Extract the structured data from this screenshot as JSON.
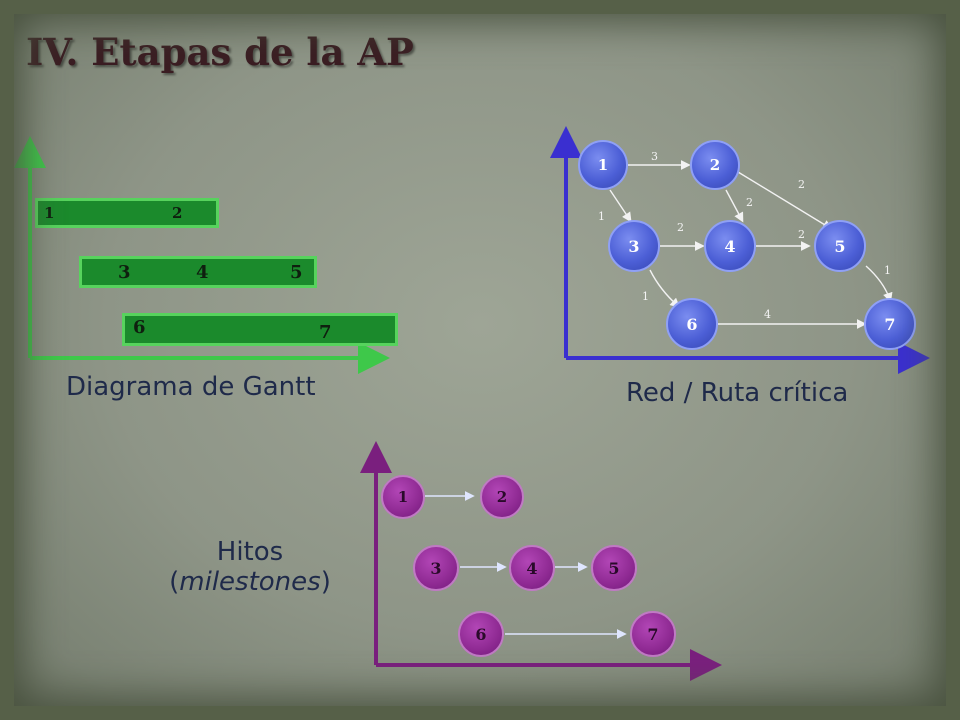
{
  "title": "IV.  Etapas de la AP",
  "gantt": {
    "caption": "Diagrama de Gantt",
    "bars": [
      {
        "labels": [
          "1",
          "2"
        ]
      },
      {
        "labels": [
          "3",
          "4",
          "5"
        ]
      },
      {
        "labels": [
          "6",
          "7"
        ]
      }
    ]
  },
  "network": {
    "caption": "Red / Ruta crítica",
    "nodes": [
      "1",
      "2",
      "3",
      "4",
      "5",
      "6",
      "7"
    ],
    "edges": [
      {
        "from": "1",
        "to": "2",
        "weight": "3"
      },
      {
        "from": "1",
        "to": "3",
        "weight": "1"
      },
      {
        "from": "2",
        "to": "4",
        "weight": "2"
      },
      {
        "from": "2",
        "to": "5",
        "weight": "2"
      },
      {
        "from": "3",
        "to": "4",
        "weight": "2"
      },
      {
        "from": "4",
        "to": "5",
        "weight": "2"
      },
      {
        "from": "3",
        "to": "6",
        "weight": "1"
      },
      {
        "from": "5",
        "to": "7",
        "weight": "1"
      },
      {
        "from": "6",
        "to": "7",
        "weight": "4"
      }
    ]
  },
  "milestones": {
    "caption_line1": "Hitos",
    "caption_open": "(",
    "caption_italic": "milestones",
    "caption_close": ")",
    "nodes": [
      "1",
      "2",
      "3",
      "4",
      "5",
      "6",
      "7"
    ]
  },
  "colors": {
    "gantt_bar": "#1b8a2c",
    "gantt_axis": "#3ec84a",
    "network_node": "#4c5fd6",
    "network_axis": "#3a2fd0",
    "milestone_node": "#8f2a93",
    "milestone_axis": "#7a1f7e"
  }
}
